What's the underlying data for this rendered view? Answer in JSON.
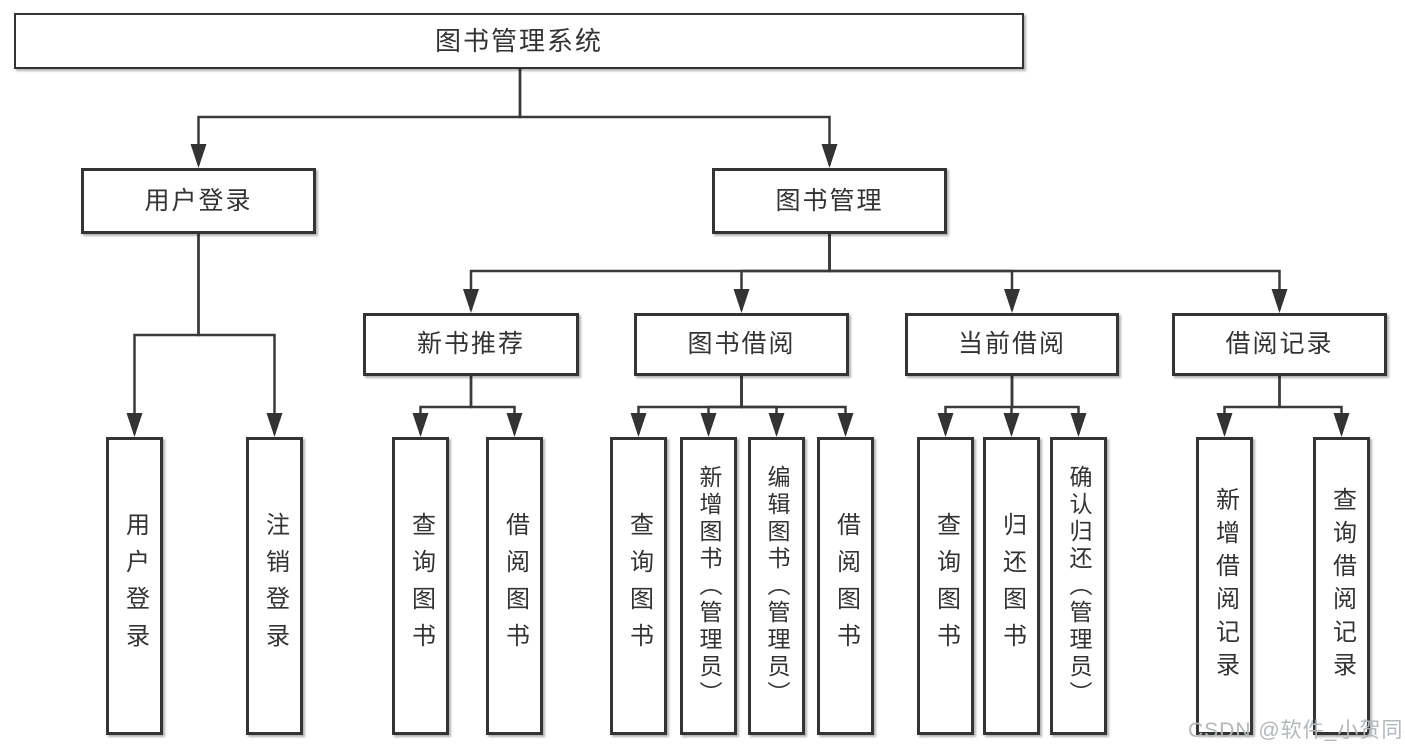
{
  "diagram": {
    "root": {
      "label": "图书管理系统"
    },
    "branches": [
      {
        "label": "用户登录",
        "children": [
          {
            "label": "用户登录"
          },
          {
            "label": "注销登录"
          }
        ]
      },
      {
        "label": "图书管理",
        "children": [
          {
            "label": "新书推荐",
            "children": [
              {
                "label": "查询图书"
              },
              {
                "label": "借阅图书"
              }
            ]
          },
          {
            "label": "图书借阅",
            "children": [
              {
                "label": "查询图书"
              },
              {
                "label": "新增图书（管理员）"
              },
              {
                "label": "编辑图书（管理员）"
              },
              {
                "label": "借阅图书"
              }
            ]
          },
          {
            "label": "当前借阅",
            "children": [
              {
                "label": "查询图书"
              },
              {
                "label": "归还图书"
              },
              {
                "label": "确认归还（管理员）"
              }
            ]
          },
          {
            "label": "借阅记录",
            "children": [
              {
                "label": "新增借阅记录"
              },
              {
                "label": "查询借阅记录"
              }
            ]
          }
        ]
      }
    ],
    "colors": {
      "line": "#3a3a3a",
      "box_border": "#343434",
      "text": "#333333",
      "watermark": "#b4b8bb",
      "background": "#ffffff"
    }
  },
  "watermark": {
    "text": "CSDN @软件_小贺同学"
  }
}
